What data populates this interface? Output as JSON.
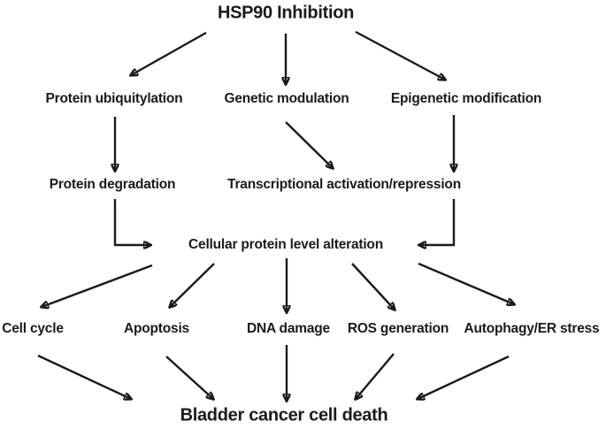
{
  "diagram": {
    "title": "HSP90 Inhibition",
    "nodes": {
      "protein_ubiquitylation": "Protein ubiquitylation",
      "genetic_modulation": "Genetic modulation",
      "epigenetic_modification": "Epigenetic modification",
      "protein_degradation": "Protein degradation",
      "transcriptional": "Transcriptional activation/repression",
      "cellular_protein": "Cellular protein level alteration",
      "cell_cycle": "Cell cycle",
      "apoptosis": "Apoptosis",
      "dna_damage": "DNA damage",
      "ros_generation": "ROS generation",
      "autophagy_er_stress": "Autophagy/ER stress",
      "outcome": "Bladder cancer cell death"
    },
    "edges": [
      {
        "from": "HSP90 Inhibition",
        "to": "Protein ubiquitylation"
      },
      {
        "from": "HSP90 Inhibition",
        "to": "Genetic modulation"
      },
      {
        "from": "HSP90 Inhibition",
        "to": "Epigenetic modification"
      },
      {
        "from": "Protein ubiquitylation",
        "to": "Protein degradation"
      },
      {
        "from": "Genetic modulation",
        "to": "Transcriptional activation/repression"
      },
      {
        "from": "Epigenetic modification",
        "to": "Transcriptional activation/repression"
      },
      {
        "from": "Protein degradation",
        "to": "Cellular protein level alteration"
      },
      {
        "from": "Transcriptional activation/repression",
        "to": "Cellular protein level alteration"
      },
      {
        "from": "Cellular protein level alteration",
        "to": "Cell cycle"
      },
      {
        "from": "Cellular protein level alteration",
        "to": "Apoptosis"
      },
      {
        "from": "Cellular protein level alteration",
        "to": "DNA damage"
      },
      {
        "from": "Cellular protein level alteration",
        "to": "ROS generation"
      },
      {
        "from": "Cellular protein level alteration",
        "to": "Autophagy/ER stress"
      },
      {
        "from": "Cell cycle",
        "to": "Bladder cancer cell death"
      },
      {
        "from": "Apoptosis",
        "to": "Bladder cancer cell death"
      },
      {
        "from": "DNA damage",
        "to": "Bladder cancer cell death"
      },
      {
        "from": "ROS generation",
        "to": "Bladder cancer cell death"
      },
      {
        "from": "Autophagy/ER stress",
        "to": "Bladder cancer cell death"
      }
    ],
    "colors": {
      "background": "#ffffff",
      "text": "#1a1a1a",
      "arrow": "#1a1a1a"
    }
  }
}
